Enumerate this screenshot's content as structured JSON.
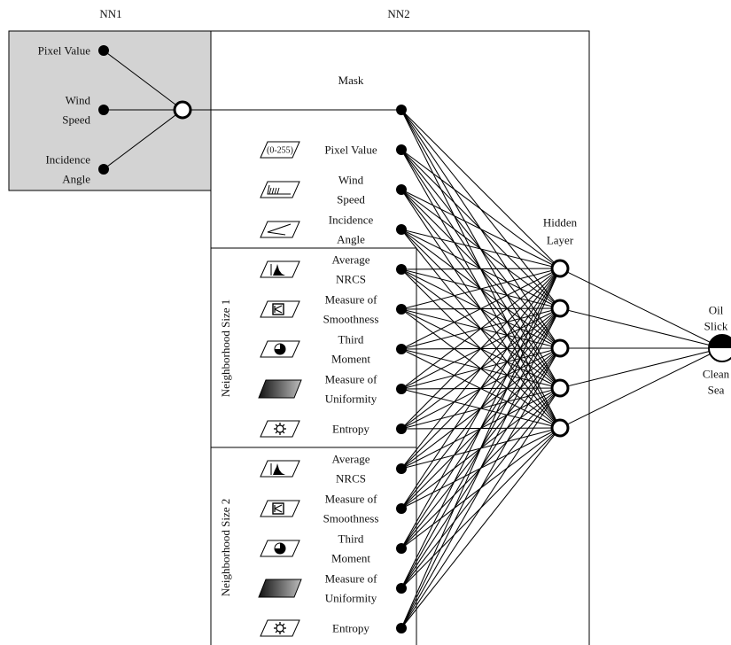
{
  "colors": {
    "nn1_background": "#d3d3d3",
    "line": "#000000",
    "gradient_dark": "#111111",
    "gradient_light": "#bdbdbd"
  },
  "nn1": {
    "title": "NN1",
    "inputs": [
      [
        "Pixel Value"
      ],
      [
        "Wind",
        "Speed"
      ],
      [
        "Incidence",
        "Angle"
      ]
    ]
  },
  "nn2": {
    "title": "NN2",
    "mask_label": "Mask",
    "inputs": [
      {
        "icon": "value-range-icon",
        "icon_text": "(0-255)",
        "label": [
          "Pixel Value"
        ]
      },
      {
        "icon": "wind-icon",
        "label": [
          "Wind",
          "Speed"
        ]
      },
      {
        "icon": "angle-icon",
        "label": [
          "Incidence",
          "Angle"
        ]
      }
    ],
    "groups": [
      {
        "title": "Neighborhood Size 1",
        "features": [
          {
            "icon": "histogram-icon",
            "label": [
              "Average",
              "NRCS"
            ]
          },
          {
            "icon": "smoothness-icon",
            "label": [
              "Measure of",
              "Smoothness"
            ]
          },
          {
            "icon": "pie-icon",
            "label": [
              "Third",
              "Moment"
            ]
          },
          {
            "icon": "gradient-icon",
            "label": [
              "Measure of",
              "Uniformity"
            ]
          },
          {
            "icon": "gear-icon",
            "label": [
              "Entropy"
            ]
          }
        ]
      },
      {
        "title": "Neighborhood Size 2",
        "features": [
          {
            "icon": "histogram-icon",
            "label": [
              "Average",
              "NRCS"
            ]
          },
          {
            "icon": "smoothness-icon",
            "label": [
              "Measure of",
              "Smoothness"
            ]
          },
          {
            "icon": "pie-icon",
            "label": [
              "Third",
              "Moment"
            ]
          },
          {
            "icon": "gradient-icon",
            "label": [
              "Measure of",
              "Uniformity"
            ]
          },
          {
            "icon": "gear-icon",
            "label": [
              "Entropy"
            ]
          }
        ]
      }
    ],
    "hidden_layer": {
      "label": [
        "Hidden",
        "Layer"
      ],
      "neurons": 5
    },
    "output": {
      "labels_top": [
        "Oil",
        "Slick"
      ],
      "labels_bottom": [
        "Clean",
        "Sea"
      ]
    }
  }
}
